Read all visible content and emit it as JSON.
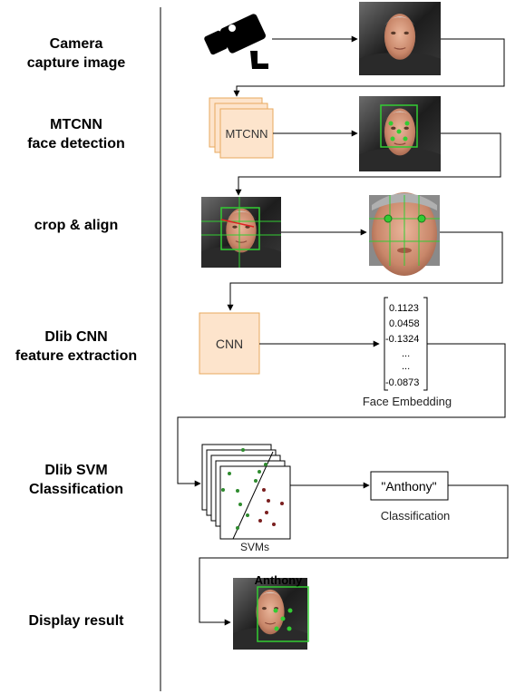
{
  "stages": [
    {
      "line1": "Camera",
      "line2": "capture image"
    },
    {
      "line1": "MTCNN",
      "line2": "face detection"
    },
    {
      "line1": "crop & align",
      "line2": ""
    },
    {
      "line1": "Dlib CNN",
      "line2": "feature extraction"
    },
    {
      "line1": "Dlib SVM",
      "line2": "Classification"
    },
    {
      "line1": "Display result",
      "line2": ""
    }
  ],
  "mtcnn_box_label": "MTCNN",
  "cnn_box_label": "CNN",
  "embedding": {
    "values": [
      "0.1123",
      "0.0458",
      "-0.1324",
      "...",
      "...",
      "-0.0873"
    ],
    "caption": "Face Embedding"
  },
  "svm_caption": "SVMs",
  "classification": {
    "result": "\"Anthony\"",
    "caption": "Classification"
  },
  "display_name": "Anthony",
  "colors": {
    "box_fill": "#fde4cc",
    "box_stroke": "#e8a95e",
    "detect_green": "#33cc33",
    "point_green": "#2e8b2e",
    "point_red": "#7a1f1f"
  }
}
